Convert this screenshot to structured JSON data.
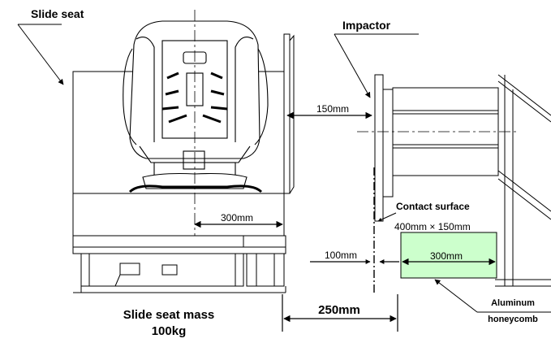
{
  "labels": {
    "slide_seat": "Slide seat",
    "impactor": "Impactor",
    "gap_150": "150mm",
    "seat_300": "300mm",
    "contact_surface": "Contact surface",
    "contact_dims": "400mm × 150mm",
    "hc_100": "100mm",
    "hc_300": "300mm",
    "mass_line1": "Slide seat mass",
    "mass_line2": "100kg",
    "travel_250": "250mm",
    "honeycomb_line1": "Aluminum",
    "honeycomb_line2": "honeycomb"
  },
  "colors": {
    "honeycomb_fill": "#ccffcc",
    "line": "#000000"
  }
}
